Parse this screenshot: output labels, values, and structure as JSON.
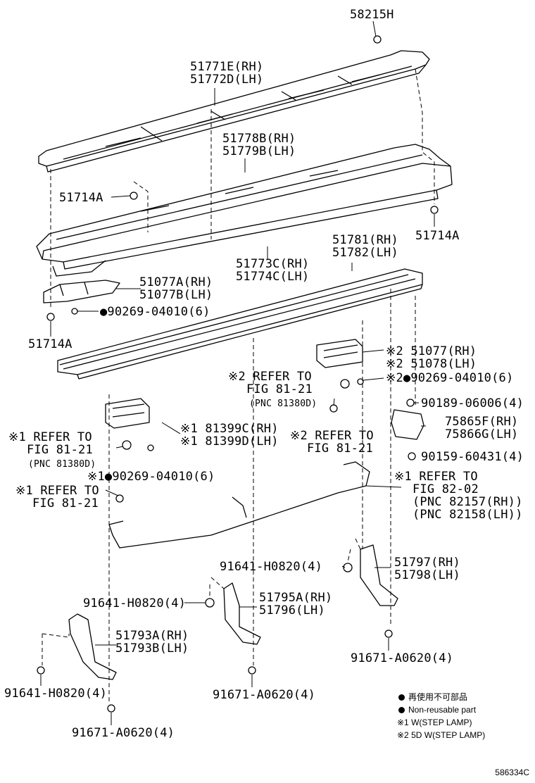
{
  "labels": {
    "p58215h": "58215H",
    "p51771e": "51771E(RH)",
    "p51772d": "51772D(LH)",
    "p51778b": "51778B(RH)",
    "p51779b": "51779B(LH)",
    "p51714a_1": "51714A",
    "p51714a_2": "51714A",
    "p51714a_3": "51714A",
    "p51773c": "51773C(RH)",
    "p51774c": "51774C(LH)",
    "p51781": "51781(RH)",
    "p51782": "51782(LH)",
    "p51077a": "51077A(RH)",
    "p51077b": "51077B(LH)",
    "p90269_a": "●90269-04010(6)",
    "p51077": "※2 51077(RH)",
    "p51078": "※2 51078(LH)",
    "ref_a_1": "※2 REFER TO",
    "ref_a_2": "FIG 81-21",
    "ref_a_3": "(PNC 81380D)",
    "p90269_b": "※2●90269-04010(6)",
    "p90189": "90189-06006(4)",
    "p75865f": "75865F(RH)",
    "p75866g": "75866G(LH)",
    "ref_b_1": "※1 REFER TO",
    "ref_b_2": "FIG 81-21",
    "ref_b_3": "(PNC 81380D)",
    "p81399c": "※1 81399C(RH)",
    "p81399d": "※1 81399D(LH)",
    "ref_c_1": "※2 REFER TO",
    "ref_c_2": "FIG 81-21",
    "p90159": "90159-60431(4)",
    "p90269_c": "※1●90269-04010(6)",
    "ref_d_1": "※1 REFER TO",
    "ref_d_2": "FIG 82-02",
    "ref_d_3": "(PNC 82157(RH))",
    "ref_d_4": "(PNC 82158(LH))",
    "ref_e_1": "※1 REFER TO",
    "ref_e_2": "FIG 81-21",
    "p91641_a": "91641-H0820(4)",
    "p51797": "51797(RH)",
    "p51798": "51798(LH)",
    "p91641_b": "91641-H0820(4)",
    "p51795a": "51795A(RH)",
    "p51796": "51796(LH)",
    "p51793a": "51793A(RH)",
    "p51793b": "51793B(LH)",
    "p91671_a": "91671-A0620(4)",
    "p91641_c": "91641-H0820(4)",
    "p91671_b": "91671-A0620(4)",
    "p91671_c": "91671-A0620(4)"
  },
  "legend": {
    "jp": "再使用不可部品",
    "en": "Non-reusable part",
    "n1": "※1 W(STEP LAMP)",
    "n2": "※2 5D W(STEP LAMP)"
  },
  "diagram_code": "586334C"
}
